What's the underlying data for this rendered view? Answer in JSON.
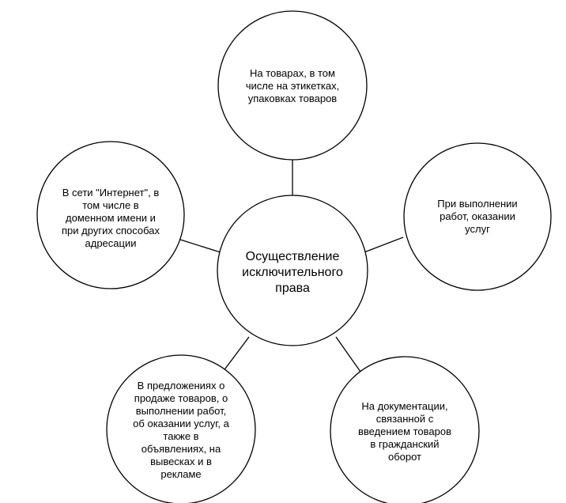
{
  "diagram": {
    "center": {
      "label": "Осуществление\nисключительного\nправа"
    },
    "nodes": [
      {
        "id": "top",
        "label": "На товарах, в том\nчисле на этикетках,\nупаковках товаров"
      },
      {
        "id": "right",
        "label": "При выполнении\nработ, оказании\nуслуг"
      },
      {
        "id": "bottom-right",
        "label": "На документации,\nсвязанной с\nвведением товаров\nв гражданский\nоборот"
      },
      {
        "id": "bottom-left",
        "label": "В предложениях о\nпродаже товаров, о\nвыполнении работ,\nоб оказании услуг, а\nтакже в\nобъявлениях, на\nвывесках и в\nрекламе"
      },
      {
        "id": "left",
        "label": "В сети \"Интернет\", в\nтом числе в\nдоменном имени и\nпри других способах\nадресации"
      }
    ],
    "colors": {
      "stroke": "#000000",
      "fill": "#ffffff",
      "text": "#000000"
    }
  }
}
